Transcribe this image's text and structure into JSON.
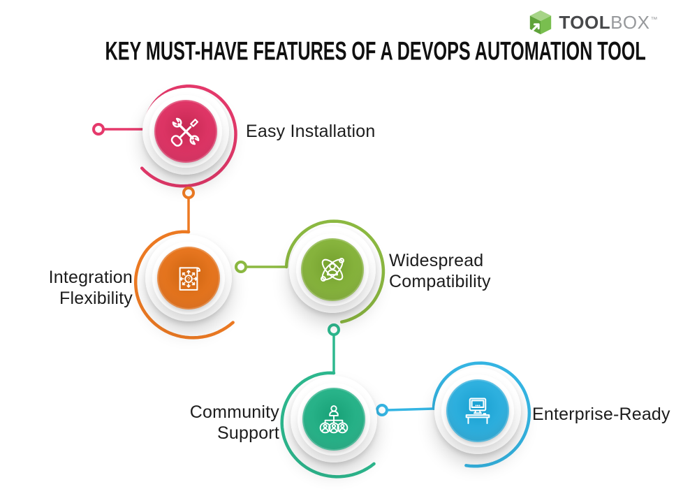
{
  "logo": {
    "brand_bold": "TOOL",
    "brand_light": "BOX",
    "trademark": "™",
    "cube_top_color": "#A6D487",
    "cube_left_color": "#5FA33A",
    "cube_right_color": "#79BE4F"
  },
  "title": "KEY MUST-HAVE FEATURES OF A DEVOPS AUTOMATION TOOL",
  "features": [
    {
      "id": "easy-installation",
      "label": "Easy Installation",
      "label_lines": [
        "Easy Installation"
      ],
      "color": "#E5396B",
      "color_dark": "#C52852",
      "icon": "tools-icon"
    },
    {
      "id": "integration-flexibility",
      "label": "Integration Flexibility",
      "label_lines": [
        "Integration",
        "Flexibility"
      ],
      "color": "#ED7A23",
      "color_dark": "#CC6410",
      "icon": "scroll-arrows-icon"
    },
    {
      "id": "widespread-compatibility",
      "label": "Widespread Compatibility",
      "label_lines": [
        "Widespread",
        "Compatibility"
      ],
      "color": "#8CB941",
      "color_dark": "#74A02E",
      "icon": "atom-person-icon"
    },
    {
      "id": "community-support",
      "label": "Community Support",
      "label_lines": [
        "Community",
        "Support"
      ],
      "color": "#2DB88E",
      "color_dark": "#17A076",
      "icon": "org-chart-icon"
    },
    {
      "id": "enterprise-ready",
      "label": "Enterprise-Ready",
      "label_lines": [
        "Enterprise-Ready"
      ],
      "color": "#35B5E3",
      "color_dark": "#189FD0",
      "icon": "monitor-desk-icon"
    }
  ]
}
